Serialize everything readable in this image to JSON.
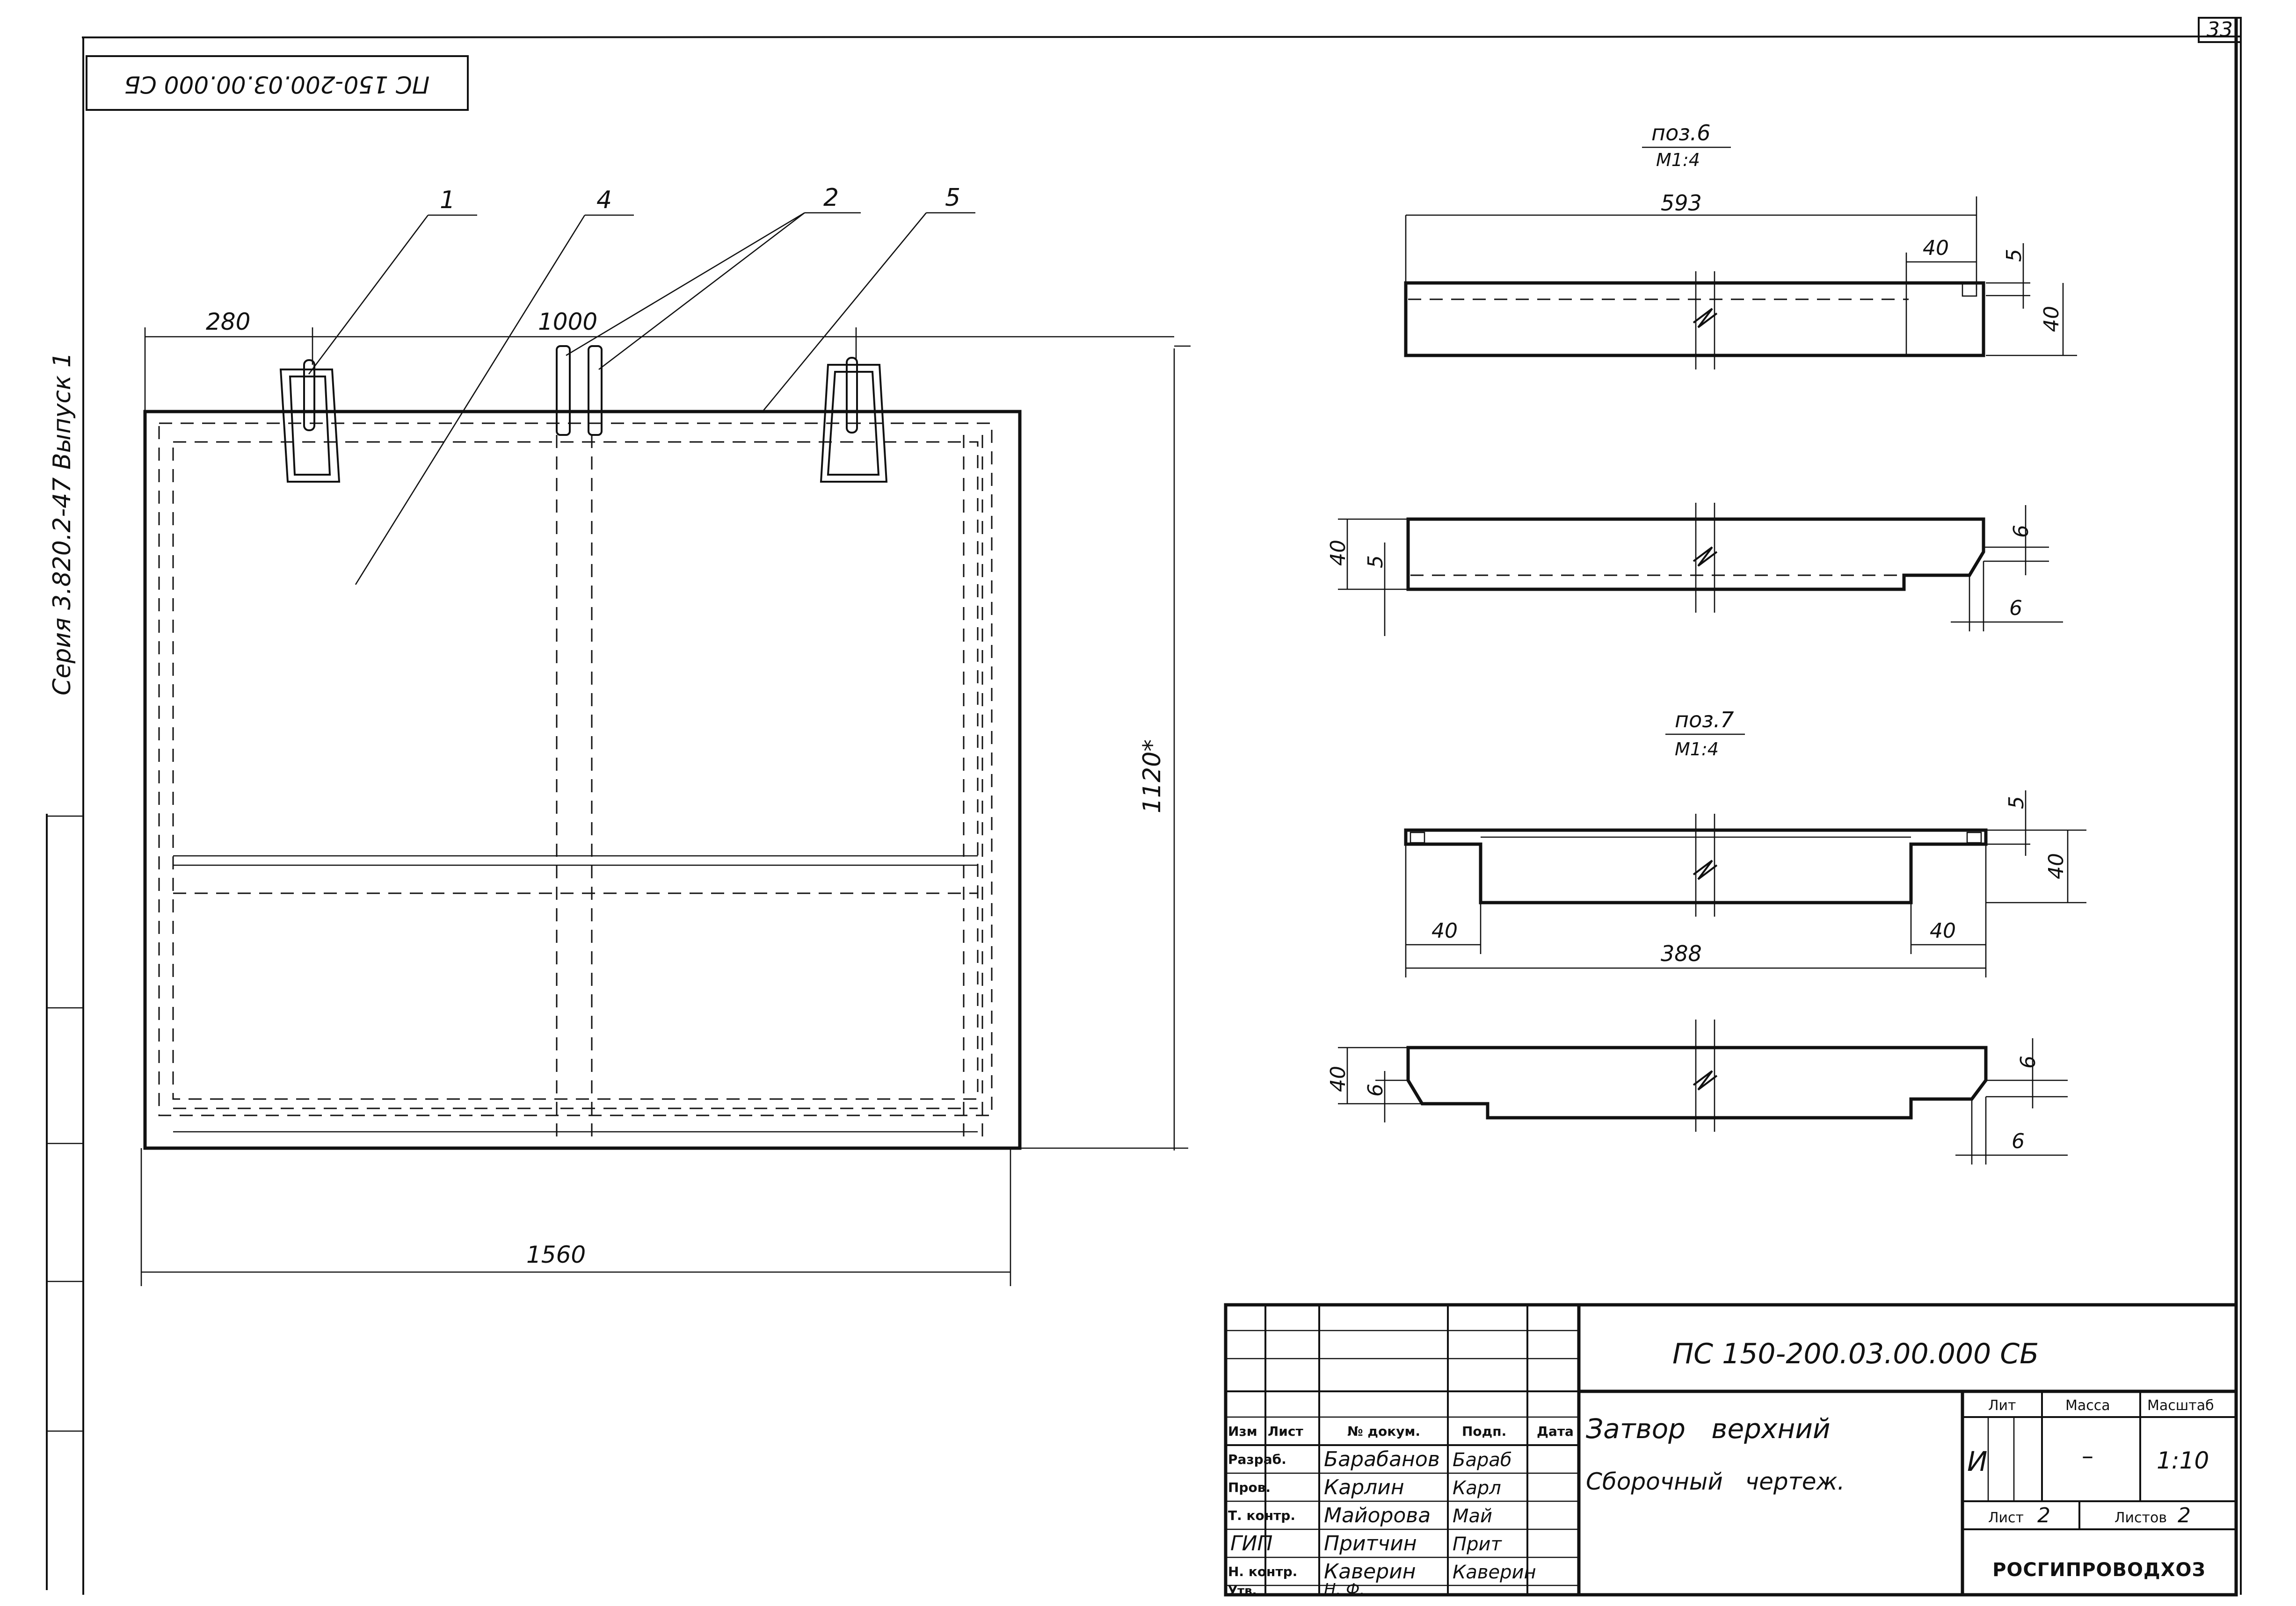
{
  "sheet_number": "33",
  "top_left_code": "ПС 150-200.03.00.000 СБ",
  "side_series": "Серия 3.820.2-47 Выпуск 1",
  "main_view": {
    "callouts": [
      "1",
      "4",
      "2",
      "5"
    ],
    "dims": {
      "left_offset": "280",
      "spacing": "1000",
      "height": "1120*",
      "width": "1560"
    }
  },
  "poz6": {
    "label": "поз.6",
    "scale": "М1:4",
    "dims": {
      "length": "593",
      "end": "40",
      "gap": "5",
      "thickness": "40",
      "side_thickness": "40",
      "side_offset": "5",
      "chamfer_a": "6",
      "chamfer_b": "6"
    }
  },
  "poz7": {
    "label": "поз.7",
    "scale": "М1:4",
    "dims": {
      "gap": "5",
      "thickness": "40",
      "left_end": "40",
      "right_end": "40",
      "length": "388",
      "side_thickness": "40",
      "side_offset": "6",
      "chamfer_a": "6",
      "chamfer_b": "6"
    }
  },
  "title_block": {
    "document_code": "ПС 150-200.03.00.000 СБ",
    "name_line1": "Затвор   верхний",
    "name_line2": "Сборочный   чертеж.",
    "headers": {
      "izm": "Изм",
      "list": "Лист",
      "doc_no": "№ докум.",
      "sign": "Подп.",
      "date": "Дата"
    },
    "rows": [
      {
        "role": "Разраб.",
        "name": "Барабанов",
        "sign": "Бараб"
      },
      {
        "role": "Пров.",
        "name": "Карлин",
        "sign": "Карл"
      },
      {
        "role": "Т. контр.",
        "name": "Майорова",
        "sign": "Май"
      },
      {
        "role": "ГИП",
        "name": "Притчин",
        "sign": "Прит"
      },
      {
        "role": "Н. контр.",
        "name": "Каверин",
        "sign": "Каверин"
      },
      {
        "role": "Утв.",
        "name": "Н. Ф.",
        "sign": ""
      }
    ],
    "lit_header": "Лит",
    "mass_header": "Масса",
    "scale_header": "Масштаб",
    "lit_value": "И",
    "mass_value": "–",
    "scale_value": "1:10",
    "sheet_label": "Лист",
    "sheet_value": "2",
    "sheets_label": "Листов",
    "sheets_value": "2",
    "organization": "РОСГИПРОВОДХОЗ"
  }
}
